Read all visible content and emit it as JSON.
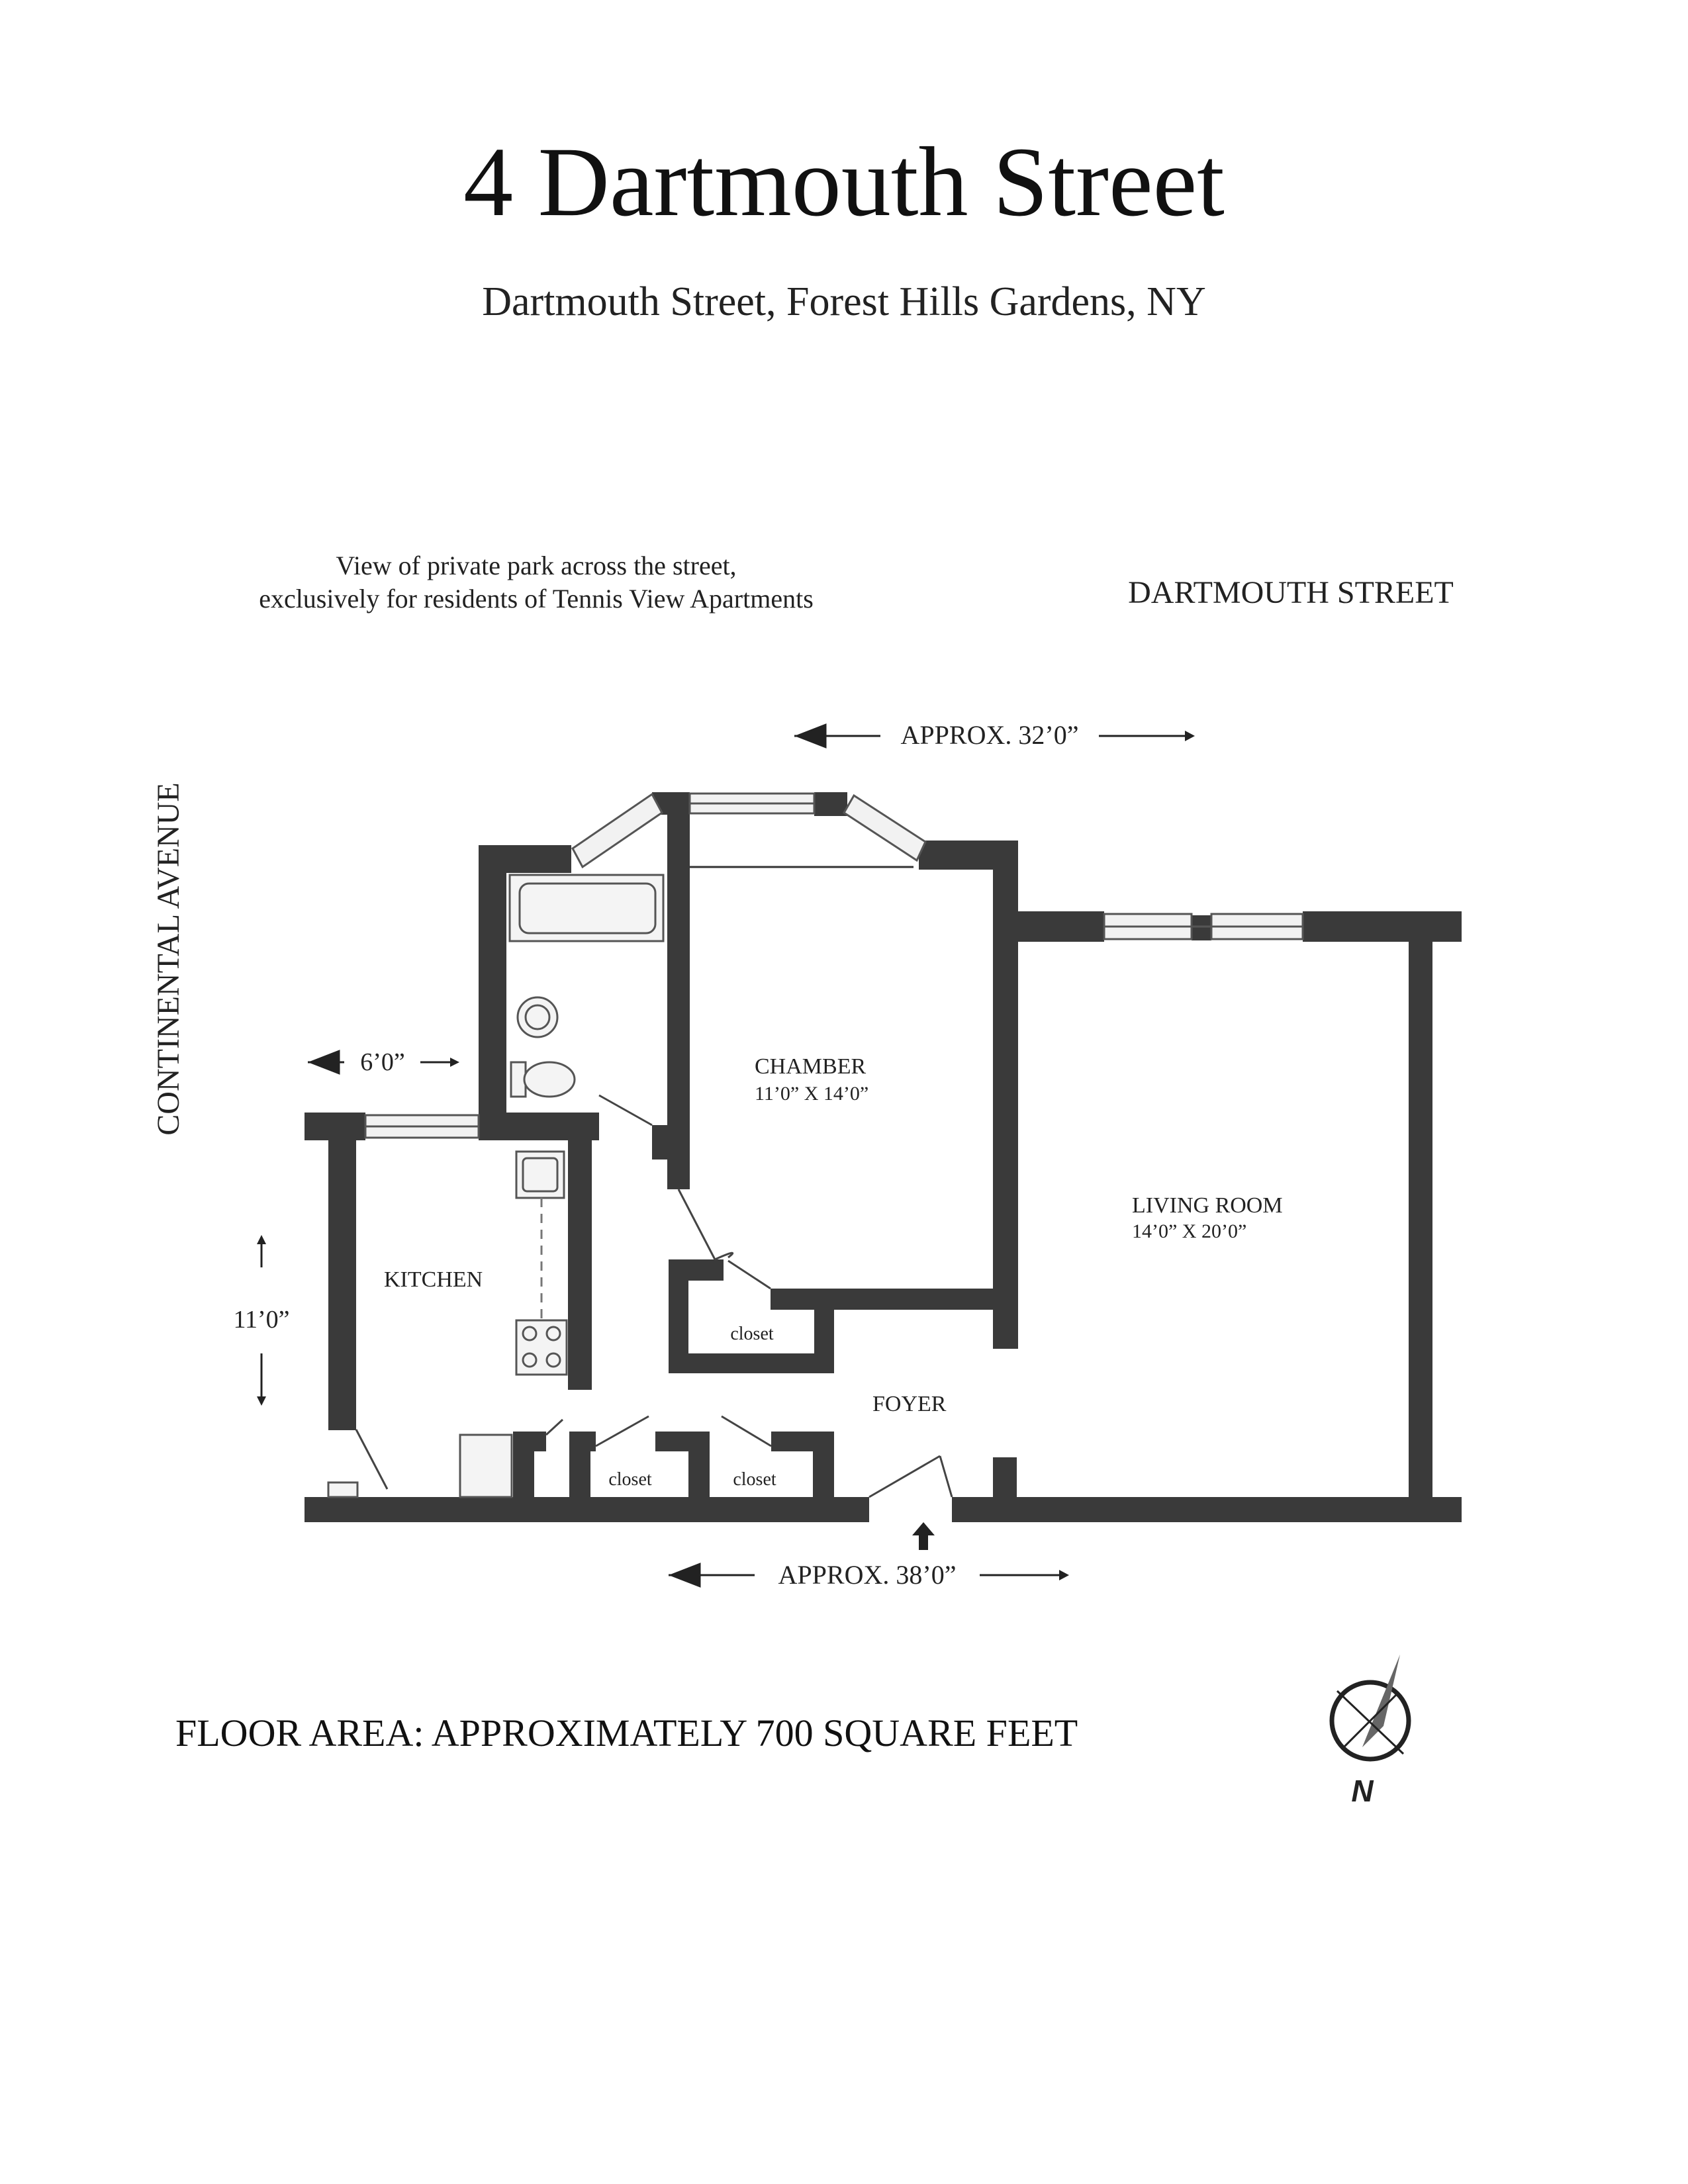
{
  "header": {
    "title": "4 Dartmouth Street",
    "subtitle": "Dartmouth Street, Forest Hills Gardens, NY"
  },
  "notes": {
    "park_line1": "View of private park across the street,",
    "park_line2": "exclusively for residents of Tennis View Apartments",
    "street": "DARTMOUTH STREET",
    "avenue": "CONTINENTAL AVENUE"
  },
  "dimensions": {
    "top": "APPROX. 32’0”",
    "bottom": "APPROX. 38’0”",
    "kitchen_width": "6’0”",
    "kitchen_height": "11’0”"
  },
  "rooms": {
    "chamber_name": "CHAMBER",
    "chamber_size": "11’0”  X 14’0”",
    "living_name": "LIVING ROOM",
    "living_size": "14’0”  X 20’0”",
    "kitchen_name": "KITCHEN",
    "foyer_name": "FOYER",
    "closet_label": "closet"
  },
  "footer": {
    "floor_area": "FLOOR AREA:  APPROXIMATELY 700 SQUARE FEET",
    "compass_letter": "N"
  },
  "colors": {
    "wall": "#3a3a3a",
    "text": "#1a1a1a",
    "window": "#f4f4f4"
  }
}
